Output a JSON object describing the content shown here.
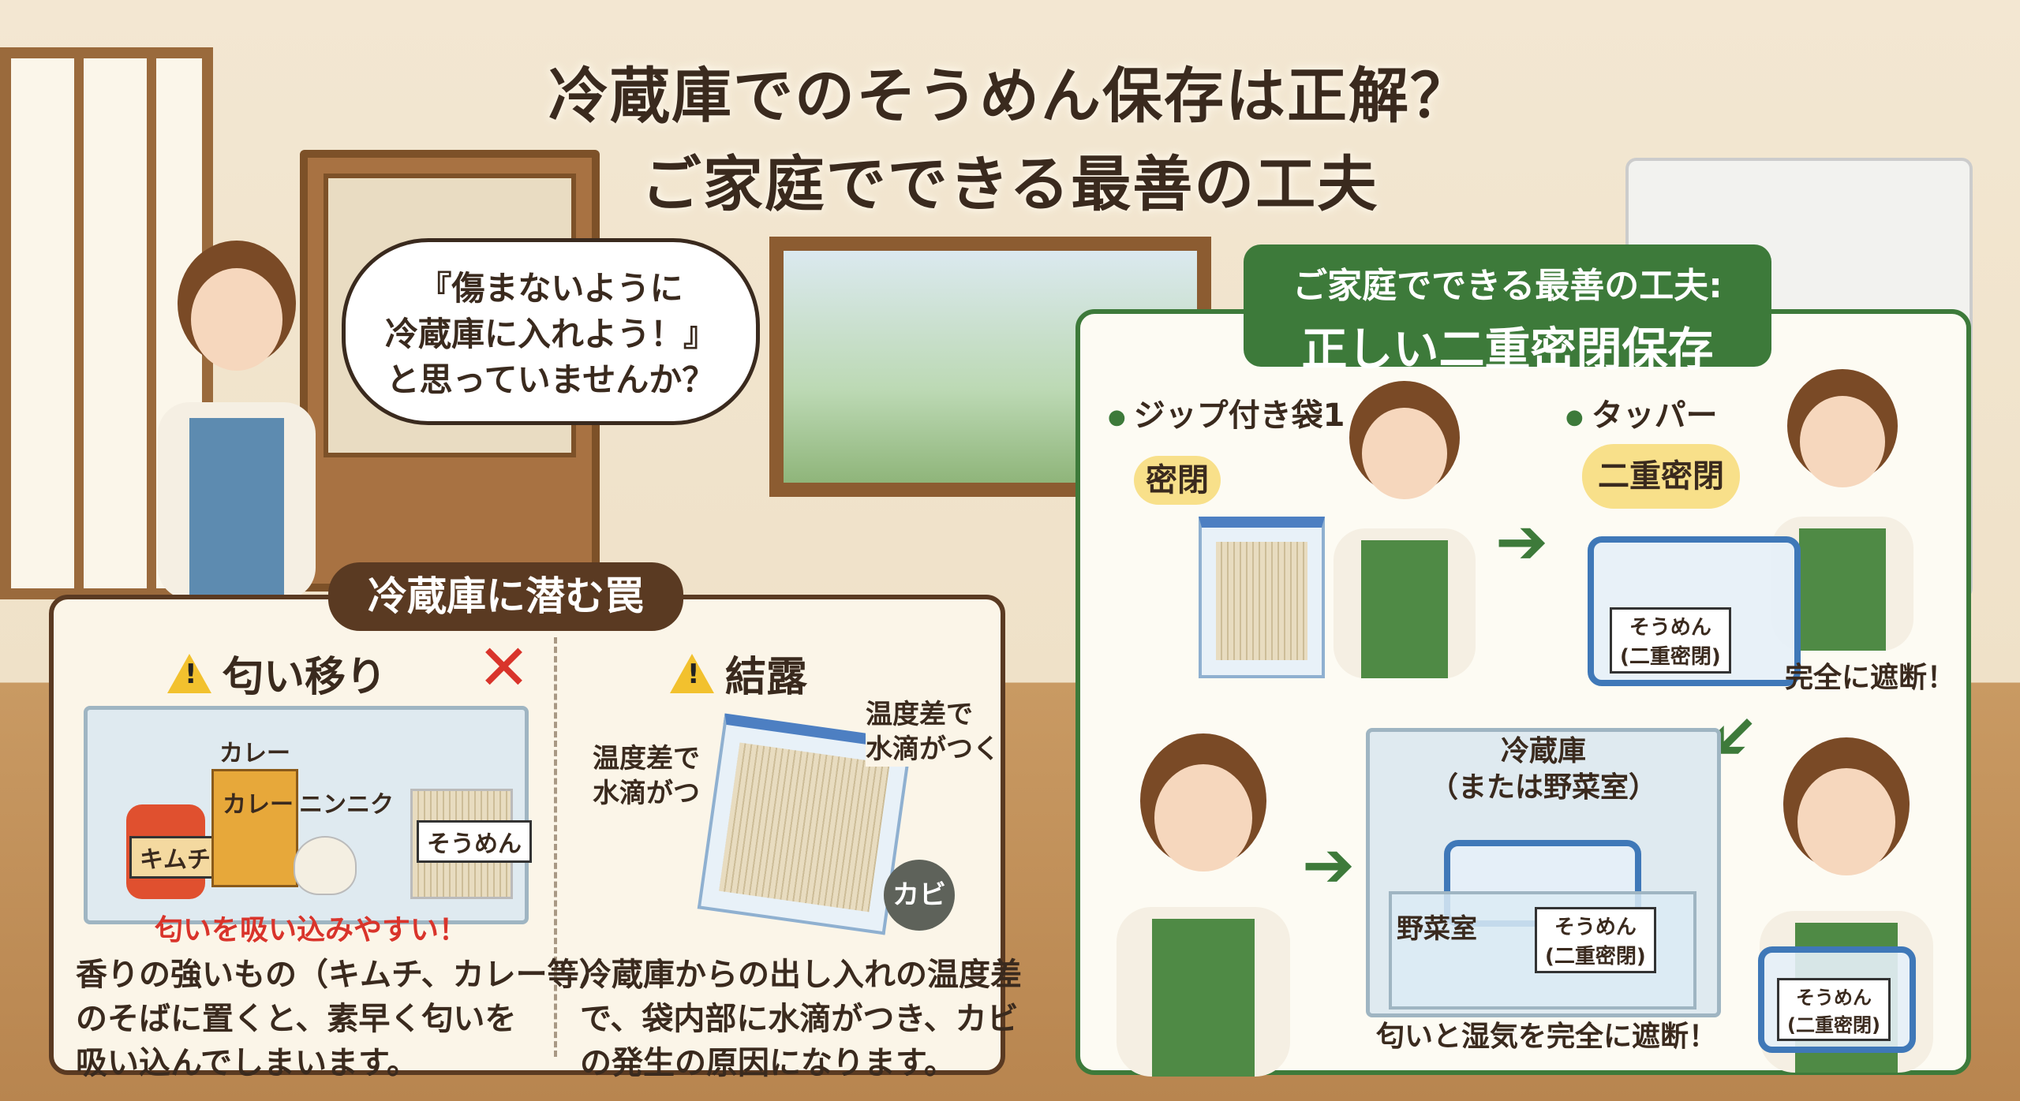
{
  "title": {
    "line1": "冷蔵庫でのそうめん保存は正解？",
    "line2": "ご家庭でできる最善の工夫"
  },
  "speech": {
    "line1": "『傷まないように",
    "line2": "冷蔵庫に入れよう！』",
    "line3": "と思っていませんか？"
  },
  "left_panel": {
    "header": "冷蔵庫に潜む罠",
    "odor": {
      "heading": "匂い移り",
      "labels": {
        "curry_top": "カレー",
        "curry_box": "カレー",
        "garlic": "ニンニク",
        "somen": "そうめん",
        "kimchi": "キムチ"
      },
      "warning": "匂いを吸い込みやすい！",
      "desc": [
        "香りの強いもの（キムチ、カレー等）",
        "のそばに置くと、素早く匂いを",
        "吸い込んでしまいます。"
      ]
    },
    "condensation": {
      "heading": "結露",
      "label_left": [
        "温度差で",
        "水滴がつ"
      ],
      "label_right": [
        "温度差で",
        "水滴がつく"
      ],
      "mold": "カビ",
      "desc": [
        "冷蔵庫からの出し入れの温度差",
        "で、袋内部に水滴がつき、カビ",
        "の発生の原因になります。"
      ]
    }
  },
  "right_panel": {
    "header_line1": "ご家庭でできる最善の工夫:",
    "header_line2": "正しい二重密閉保存",
    "step1": {
      "label": "ジップ付き袋1",
      "bubble": "密閉"
    },
    "step2": {
      "label": "タッパー",
      "bubble": "二重密閉",
      "container_label": [
        "そうめん",
        "(二重密閉)"
      ],
      "note": "完全に遮断！"
    },
    "step3": {
      "fridge_label": [
        "冷蔵庫",
        "（または野菜室）"
      ],
      "drawer_label": "野菜室",
      "container_label": [
        "そうめん",
        "(二重密閉)"
      ],
      "note": "匂いと湿気を完全に遮断！"
    },
    "step4": {
      "container_label": [
        "そうめん",
        "(二重密閉)"
      ]
    }
  },
  "colors": {
    "brown": "#5a3a22",
    "green": "#3d7a3a",
    "red": "#d9342b",
    "yellow": "#f8e08a"
  }
}
